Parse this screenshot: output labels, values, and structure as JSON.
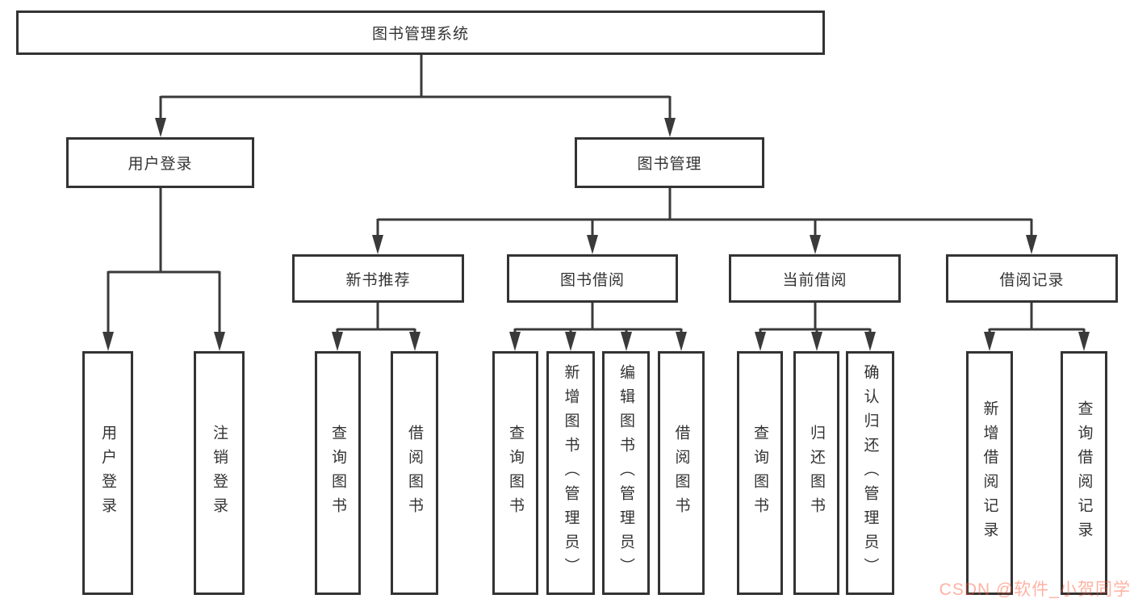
{
  "diagram": {
    "type": "tree",
    "title": "图书管理系统",
    "line_color": "#3a3a3a",
    "box_border_color": "#333333",
    "box_fill_color": "#ffffff",
    "text_color": "#333333",
    "watermark": {
      "text": "CSDN @软件_小贺同学",
      "color": "rgba(252,85,49,0.45)"
    },
    "nodes": {
      "root": {
        "label": "图书管理系统"
      },
      "login": {
        "label": "用户登录"
      },
      "manage": {
        "label": "图书管理"
      },
      "recommend": {
        "label": "新书推荐"
      },
      "borrow": {
        "label": "图书借阅"
      },
      "current": {
        "label": "当前借阅"
      },
      "records": {
        "label": "借阅记录"
      },
      "login_user": {
        "label": "用户登录"
      },
      "login_logout": {
        "label": "注销登录"
      },
      "rec_query": {
        "label": "查询图书"
      },
      "rec_borrow": {
        "label": "借阅图书"
      },
      "bor_query": {
        "label": "查询图书"
      },
      "bor_add": {
        "label": "新增图书（管理员）"
      },
      "bor_edit": {
        "label": "编辑图书（管理员）"
      },
      "bor_lend": {
        "label": "借阅图书"
      },
      "cur_query": {
        "label": "查询图书"
      },
      "cur_return": {
        "label": "归还图书"
      },
      "cur_confirm": {
        "label": "确认归还（管理员）"
      },
      "log_add": {
        "label": "新增借阅记录"
      },
      "log_query": {
        "label": "查询借阅记录"
      }
    },
    "hierarchy": {
      "root": [
        "login",
        "manage"
      ],
      "login": [
        "login_user",
        "login_logout"
      ],
      "manage": [
        "recommend",
        "borrow",
        "current",
        "records"
      ],
      "recommend": [
        "rec_query",
        "rec_borrow"
      ],
      "borrow": [
        "bor_query",
        "bor_add",
        "bor_edit",
        "bor_lend"
      ],
      "current": [
        "cur_query",
        "cur_return",
        "cur_confirm"
      ],
      "records": [
        "log_add",
        "log_query"
      ]
    }
  }
}
